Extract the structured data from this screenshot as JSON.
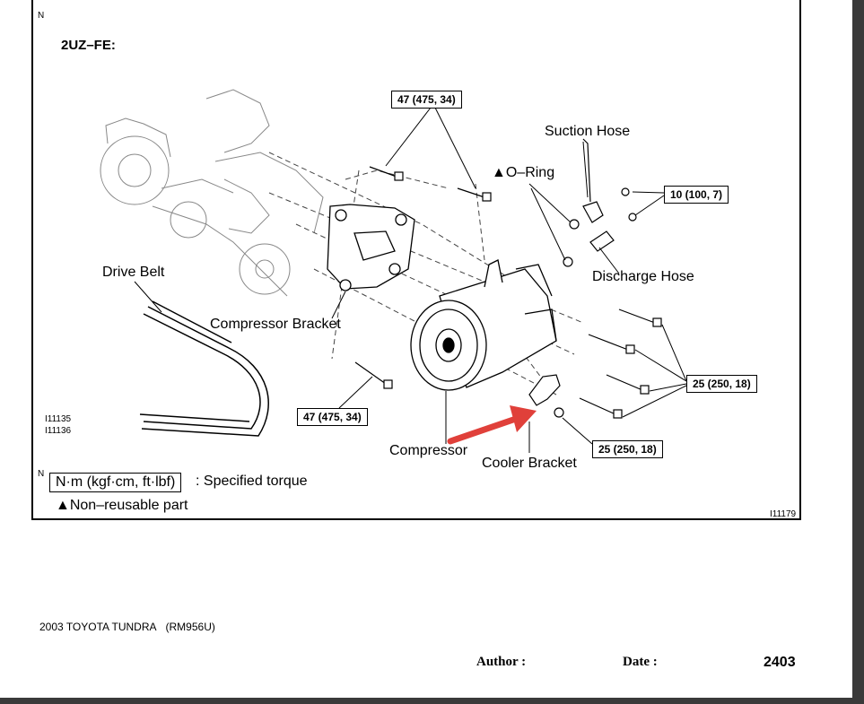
{
  "diagram": {
    "corner_marks": [
      "N",
      "N"
    ],
    "engine_title": "2UZ–FE:",
    "labels": {
      "suction_hose": "Suction Hose",
      "o_ring": "O–Ring",
      "discharge_hose": "Discharge Hose",
      "drive_belt": "Drive Belt",
      "compressor_bracket": "Compressor Bracket",
      "compressor": "Compressor",
      "cooler_bracket": "Cooler Bracket"
    },
    "torque_boxes": {
      "top": "47 (475, 34)",
      "lower_left": "47 (475, 34)",
      "hose_bolts": "10 (100, 7)",
      "compressor_bolts": "25 (250, 18)",
      "cooler_bolt": "25 (250, 18)"
    },
    "figure_ids": [
      "I11135",
      "I11136"
    ],
    "figure_id_main": "I11179",
    "non_reusable_symbol": "▲",
    "legend": {
      "unit": "N·m (kgf·cm, ft·lbf)",
      "unit_desc": ": Specified torque",
      "non_reusable_symbol": "▲",
      "non_reusable_desc": "Non–reusable part"
    },
    "arrow_color": "#e0403a"
  },
  "footer": {
    "vehicle": "2003 TOYOTA TUNDRA",
    "manual_code": "(RM956U)",
    "author_label": "Author :",
    "date_label": "Date :",
    "page_number": "2403"
  }
}
